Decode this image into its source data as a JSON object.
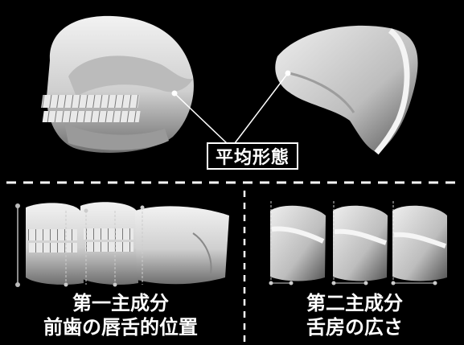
{
  "center_label": "平均形態",
  "left_caption": {
    "line1": "第一主成分",
    "line2": "前歯の唇舌的位置"
  },
  "right_caption": {
    "line1": "第二主成分",
    "line2": "舌房の広さ"
  },
  "colors": {
    "background": "#000000",
    "model": "#d9d9d9",
    "model_shadow": "#8c8c8c",
    "line": "#ffffff"
  }
}
